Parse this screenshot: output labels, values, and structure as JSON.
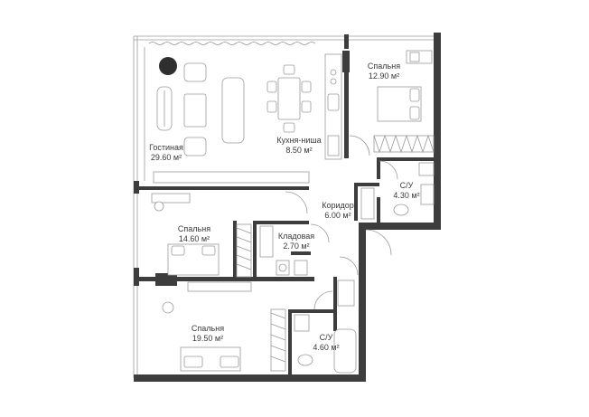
{
  "rooms": [
    {
      "name": "Гостиная",
      "area": "29.60 м²"
    },
    {
      "name": "Кухня-ниша",
      "area": "8.50 м²"
    },
    {
      "name": "Спальня",
      "area": "12.90 м²"
    },
    {
      "name": "С/У",
      "area": "4.30 м²"
    },
    {
      "name": "Коридор",
      "area": "6.00 м²"
    },
    {
      "name": "Спальня",
      "area": "14.60 м²"
    },
    {
      "name": "Кладовая",
      "area": "2.70 м²"
    },
    {
      "name": "Спальня",
      "area": "19.50 м²"
    },
    {
      "name": "С/У",
      "area": "4.60 м²"
    }
  ],
  "colors": {
    "wall": "#3d3d3d",
    "line": "#9a9a9a",
    "accent": "#2f2f2f"
  }
}
